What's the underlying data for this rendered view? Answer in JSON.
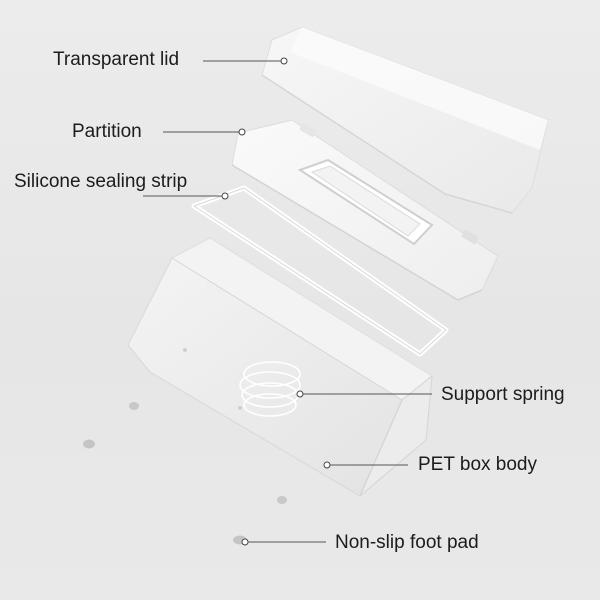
{
  "labels": {
    "transparent_lid": "Transparent lid",
    "partition": "Partition",
    "silicone_sealing_strip": "Silicone sealing strip",
    "support_spring": "Support spring",
    "pet_box_body": "PET box body",
    "non_slip_foot_pad": "Non-slip foot pad"
  }
}
